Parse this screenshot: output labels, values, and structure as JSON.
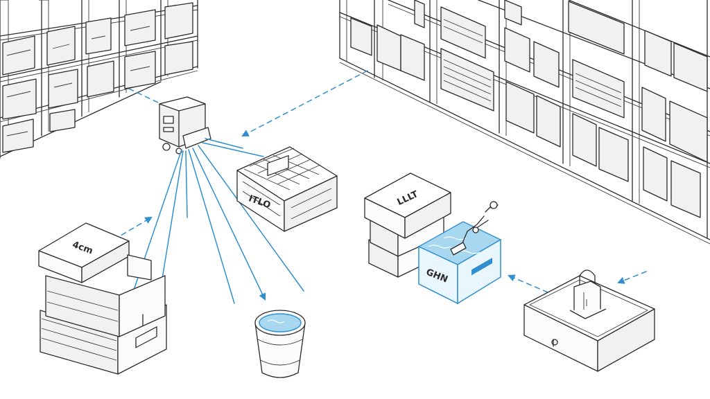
{
  "colors": {
    "ink": "#2a2a2a",
    "flow_blue": "#2f8fd0",
    "water_blue": "#a8d8f0",
    "background": "#ffffff"
  },
  "labels": {
    "server_crate": "ITLO",
    "left_stack_lid": "4cm",
    "center_upper_box": "LLLT",
    "water_crate": "GHN"
  }
}
